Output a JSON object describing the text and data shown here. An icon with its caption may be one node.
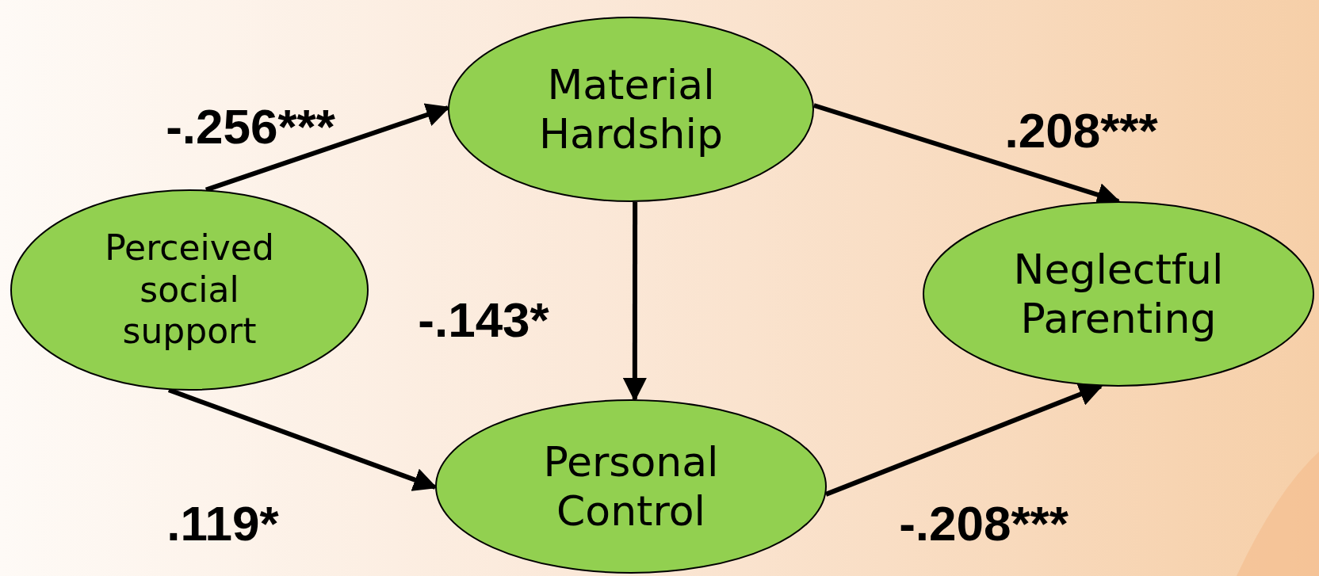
{
  "diagram": {
    "nodes": [
      {
        "text": [
          "Material Hardship"
        ]
      },
      {
        "text": [
          "Perceived social support"
        ]
      },
      {
        "text": [
          "Neglectful Parenting"
        ]
      },
      {
        "text": [
          "Personal Control"
        ]
      }
    ],
    "edges": [
      {
        "from": 1,
        "to": 0,
        "arrow": "to",
        "label": "-.256***"
      },
      {
        "from": 0,
        "to": 2,
        "arrow": "to",
        "label": ".208***"
      },
      {
        "from": 0,
        "to": 3,
        "arrow": "to",
        "label": "-.143*"
      },
      {
        "from": 1,
        "to": 3,
        "arrow": "to",
        "label": ".119*"
      },
      {
        "from": 3,
        "to": 2,
        "arrow": "to",
        "label": "-.208***"
      }
    ]
  }
}
